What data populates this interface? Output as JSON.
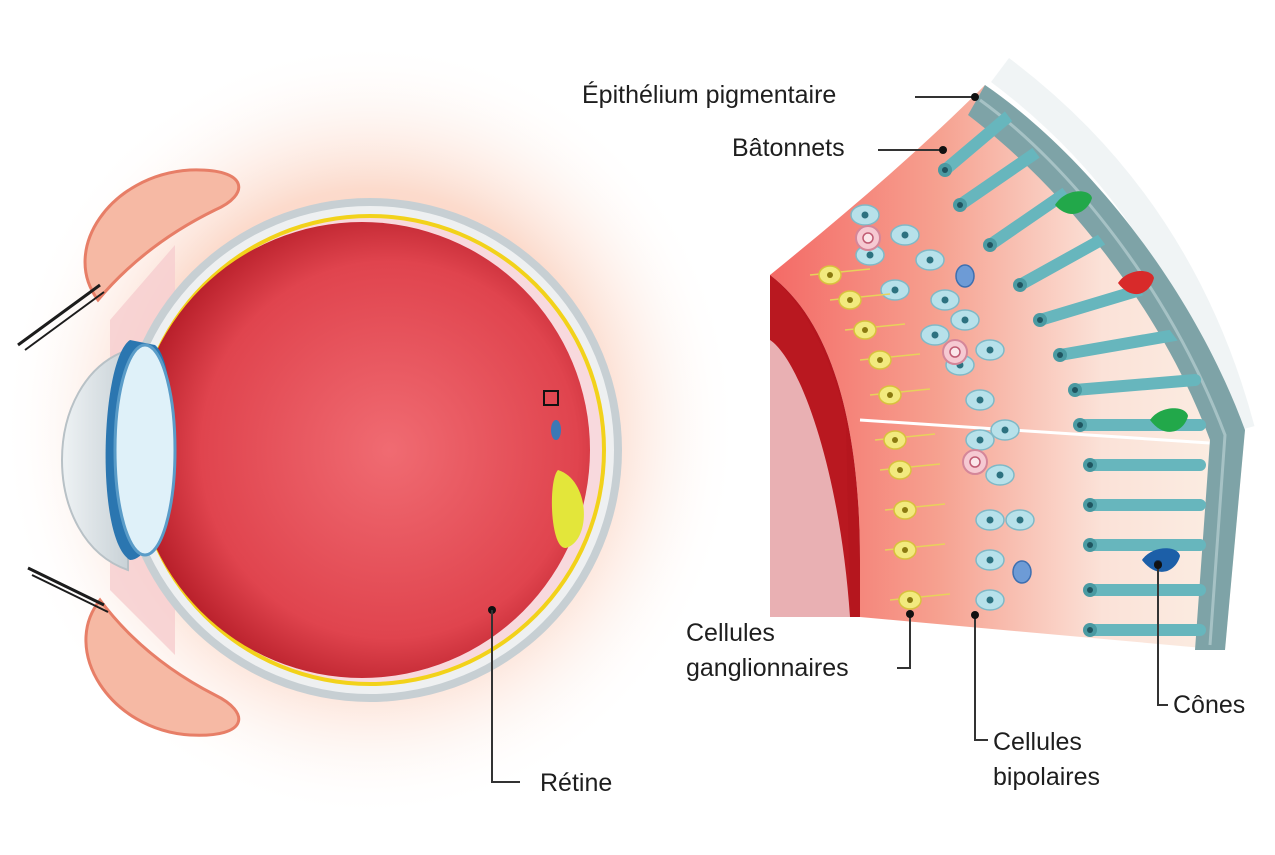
{
  "labels": {
    "epithelium": "Épithélium pigmentaire",
    "rods": "Bâtonnets",
    "ganglion_line1": "Cellules",
    "ganglion_line2": "ganglionnaires",
    "bipolar_line1": "Cellules",
    "bipolar_line2": "bipolaires",
    "cones": "Cônes",
    "retina": "Rétine"
  },
  "colors": {
    "vitreous": "#e0444e",
    "retina_layer": "#f2d21a",
    "sclera": "#b9c3c8",
    "epithelium": "#7ea3a7",
    "rod": "#67b6bd",
    "cone_green": "#22a84a",
    "cone_red": "#d82a2a",
    "cone_blue": "#1c5fa8",
    "ganglion": "#f2ea7e",
    "bipolar": "#b7e1ea"
  }
}
